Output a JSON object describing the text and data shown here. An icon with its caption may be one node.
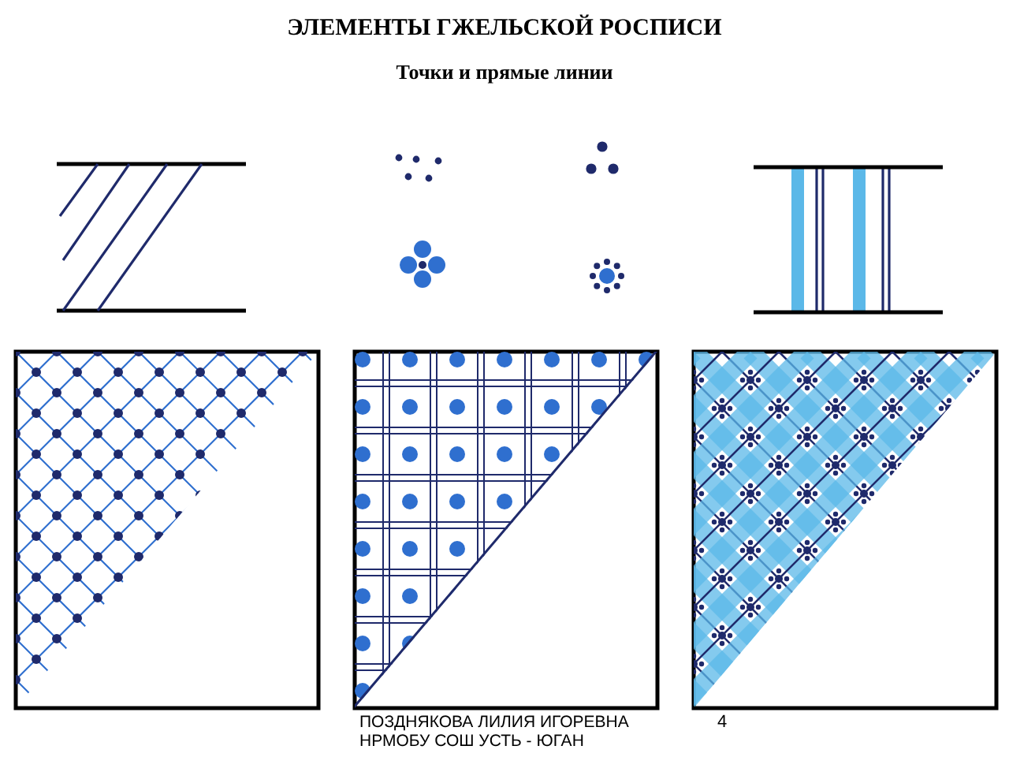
{
  "diagram": {
    "title": "ЭЛЕМЕНТЫ ГЖЕЛЬСКОЙ РОСПИСИ",
    "labels": [
      "Точки и прямые линии",
      "ПОЗДНЯКОВА ЛИЛИЯ ИГОРЕВНА НРМОБУ СОШ УСТЬ - ЮГАН",
      "4"
    ]
  }
}
